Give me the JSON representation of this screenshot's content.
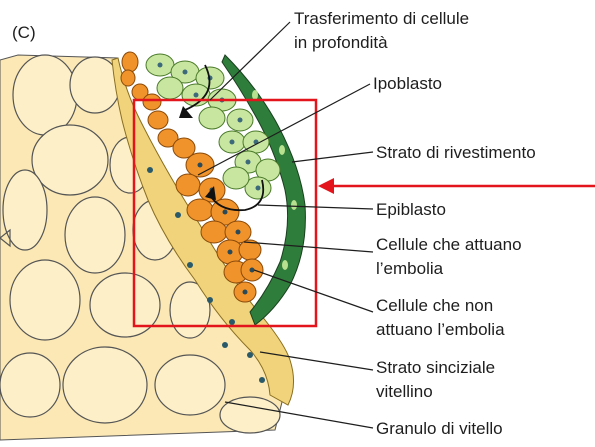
{
  "figure": {
    "panel_label": "(C)",
    "labels": {
      "trasferimento_line1": "Trasferimento di cellule",
      "trasferimento_line2": "in profondità",
      "ipoblasto": "Ipoblasto",
      "strato_rivestimento": "Strato di rivestimento",
      "epiblasto": "Epiblasto",
      "embolia_line1": "Cellule che attuano",
      "embolia_line2": "l’embolia",
      "non_embolia_line1": "Cellule che non",
      "non_embolia_line2": "attuano l’embolia",
      "sinciziale_line1": "Strato sinciziale",
      "sinciziale_line2": "vitellino",
      "granulo": "Granulo di vitello"
    },
    "colors": {
      "yolk_granule": "#fbe8b4",
      "syncytial_layer": "#f0d37a",
      "epiblast_light": "#c8e6a0",
      "enveloping_layer": "#2f7d3a",
      "involuting_cells": "#f0932a",
      "non_involuting_cells": "#f2a24a",
      "highlight_box": "#e3141b",
      "arrow": "#e3141b",
      "text": "#1e1e1e"
    }
  }
}
